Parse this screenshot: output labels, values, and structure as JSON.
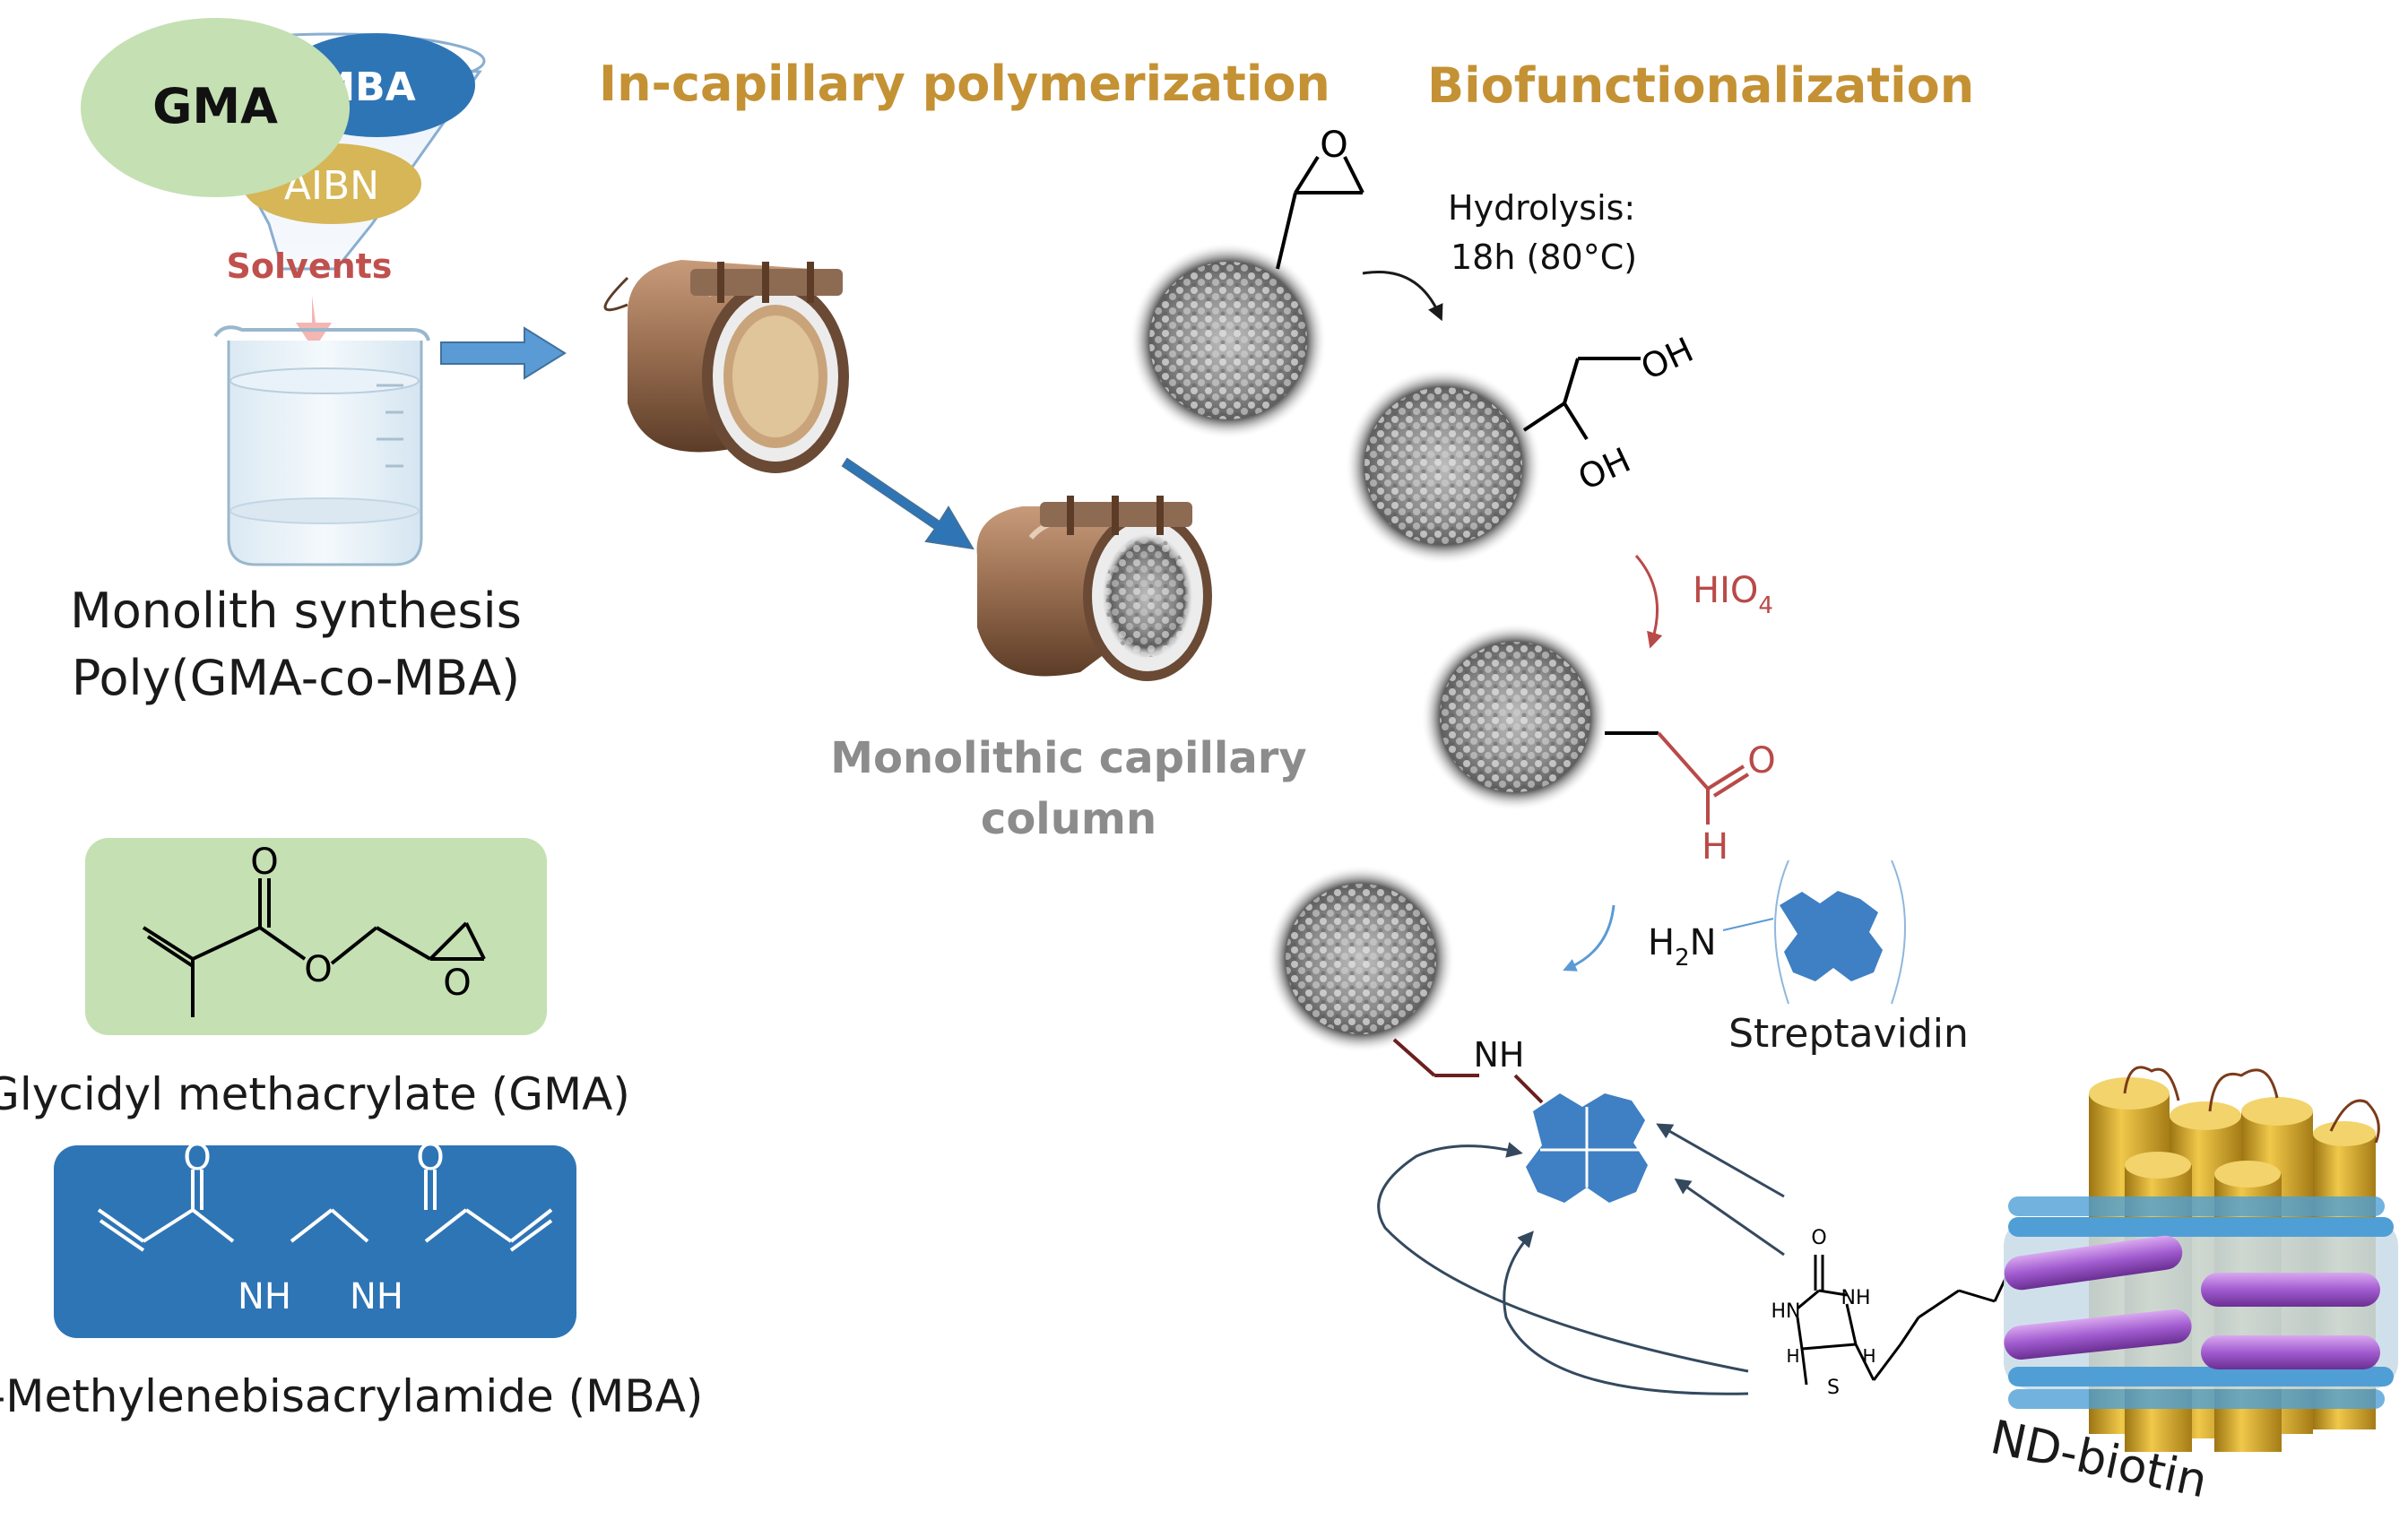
{
  "titles": {
    "polymerization": "In-capillary polymerization",
    "biofunctionalization": "Biofunctionalization"
  },
  "reagents": {
    "gma": "GMA",
    "mba": "MBA",
    "aibn": "AIBN",
    "solvents": "Solvents"
  },
  "synthesis_caption": {
    "line1": "Monolith synthesis",
    "line2": "Poly(GMA-co-MBA)"
  },
  "column_caption": {
    "line1": "Monolithic capillary",
    "line2": "column"
  },
  "steps": {
    "hydrolysis_line1": "Hydrolysis:",
    "hydrolysis_line2": "18h (80°C)",
    "periodate": "HIO",
    "periodate_sub": "4"
  },
  "groups": {
    "oh": "OH",
    "o": "O",
    "h": "H",
    "nh": "NH",
    "h2n_h": "H",
    "h2n_sub": "2",
    "h2n_n": "N"
  },
  "labels": {
    "streptavidin": "Streptavidin",
    "nd_biotin": "ND-biotin",
    "gma_name": "Glycidyl methacrylate (GMA)",
    "mba_name": "N,N’-Methylenebisacrylamide (MBA)"
  },
  "structure_atoms": {
    "gma_carbonyl_o": "O",
    "gma_ester_o": "O",
    "gma_epoxide_o": "O",
    "mba_o": "O",
    "mba_nh": "NH",
    "biotin_o": "O",
    "biotin_nh": "NH",
    "biotin_hn": "HN",
    "biotin_s": "S",
    "biotin_h": "H"
  },
  "colors": {
    "title_gold": "#c49234",
    "gma_green": "#c5e0b3",
    "mba_blue": "#2e75b6",
    "aibn_gold": "#d6b656",
    "solvents_red": "#c0504d",
    "arrow_blue": "#5b9bd5",
    "aldehyde_red": "#b94a48",
    "streptavidin_blue": "#3f7fc4",
    "column_brown": "#8b6446",
    "nanodisc_gold": "#d4a72c",
    "nanodisc_lipid": "#4f9fd6",
    "nanodisc_purple": "#9b59c9"
  }
}
